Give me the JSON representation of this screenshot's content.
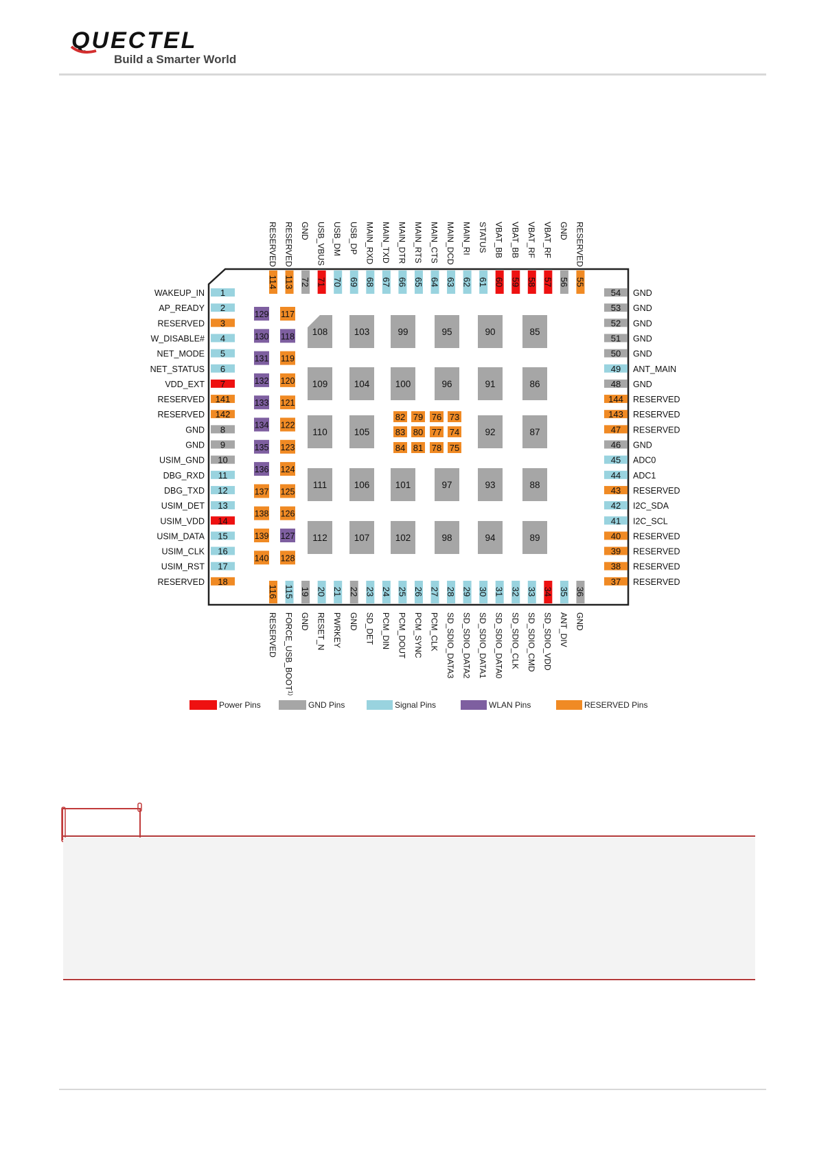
{
  "brand": {
    "logo_text": "QUECTEL",
    "tagline": "Build a Smarter World",
    "accent": "#d32f2f"
  },
  "colors": {
    "power": "#ee1111",
    "gnd": "#a6a6a6",
    "signal": "#99d3df",
    "wlan": "#7e5fa0",
    "reserved": "#f08a24",
    "pad": "#a6a6a6",
    "outline": "#222222"
  },
  "legend": [
    {
      "label": "Power Pins",
      "type": "power"
    },
    {
      "label": "GND Pins",
      "type": "gnd"
    },
    {
      "label": "Signal Pins",
      "type": "signal"
    },
    {
      "label": "WLAN Pins",
      "type": "wlan"
    },
    {
      "label": "RESERVED Pins",
      "type": "reserved"
    }
  ],
  "left_pins": [
    {
      "num": "1",
      "name": "WAKEUP_IN",
      "type": "signal"
    },
    {
      "num": "2",
      "name": "AP_READY",
      "type": "signal"
    },
    {
      "num": "3",
      "name": "RESERVED",
      "type": "reserved"
    },
    {
      "num": "4",
      "name": "W_DISABLE#",
      "type": "signal"
    },
    {
      "num": "5",
      "name": "NET_MODE",
      "type": "signal"
    },
    {
      "num": "6",
      "name": "NET_STATUS",
      "type": "signal"
    },
    {
      "num": "7",
      "name": "VDD_EXT",
      "type": "power"
    },
    {
      "num": "141",
      "name": "RESERVED",
      "type": "reserved"
    },
    {
      "num": "142",
      "name": "RESERVED",
      "type": "reserved"
    },
    {
      "num": "8",
      "name": "GND",
      "type": "gnd"
    },
    {
      "num": "9",
      "name": "GND",
      "type": "gnd"
    },
    {
      "num": "10",
      "name": "USIM_GND",
      "type": "gnd"
    },
    {
      "num": "11",
      "name": "DBG_RXD",
      "type": "signal"
    },
    {
      "num": "12",
      "name": "DBG_TXD",
      "type": "signal"
    },
    {
      "num": "13",
      "name": "USIM_DET",
      "type": "signal"
    },
    {
      "num": "14",
      "name": "USIM_VDD",
      "type": "power"
    },
    {
      "num": "15",
      "name": "USIM_DATA",
      "type": "signal"
    },
    {
      "num": "16",
      "name": "USIM_CLK",
      "type": "signal"
    },
    {
      "num": "17",
      "name": "USIM_RST",
      "type": "signal"
    },
    {
      "num": "18",
      "name": "RESERVED",
      "type": "reserved"
    }
  ],
  "right_pins": [
    {
      "num": "54",
      "name": "GND",
      "type": "gnd"
    },
    {
      "num": "53",
      "name": "GND",
      "type": "gnd"
    },
    {
      "num": "52",
      "name": "GND",
      "type": "gnd"
    },
    {
      "num": "51",
      "name": "GND",
      "type": "gnd"
    },
    {
      "num": "50",
      "name": "GND",
      "type": "gnd"
    },
    {
      "num": "49",
      "name": "ANT_MAIN",
      "type": "signal"
    },
    {
      "num": "48",
      "name": "GND",
      "type": "gnd"
    },
    {
      "num": "144",
      "name": "RESERVED",
      "type": "reserved"
    },
    {
      "num": "143",
      "name": "RESERVED",
      "type": "reserved"
    },
    {
      "num": "47",
      "name": "RESERVED",
      "type": "reserved"
    },
    {
      "num": "46",
      "name": "GND",
      "type": "gnd"
    },
    {
      "num": "45",
      "name": "ADC0",
      "type": "signal"
    },
    {
      "num": "44",
      "name": "ADC1",
      "type": "signal"
    },
    {
      "num": "43",
      "name": "RESERVED",
      "type": "reserved"
    },
    {
      "num": "42",
      "name": "I2C_SDA",
      "type": "signal"
    },
    {
      "num": "41",
      "name": "I2C_SCL",
      "type": "signal"
    },
    {
      "num": "40",
      "name": "RESERVED",
      "type": "reserved"
    },
    {
      "num": "39",
      "name": "RESERVED",
      "type": "reserved"
    },
    {
      "num": "38",
      "name": "RESERVED",
      "type": "reserved"
    },
    {
      "num": "37",
      "name": "RESERVED",
      "type": "reserved"
    }
  ],
  "top_pins": [
    {
      "num": "114",
      "name": "RESERVED",
      "type": "reserved"
    },
    {
      "num": "113",
      "name": "RESERVED",
      "type": "reserved"
    },
    {
      "num": "72",
      "name": "GND",
      "type": "gnd"
    },
    {
      "num": "71",
      "name": "USB_VBUS",
      "type": "power"
    },
    {
      "num": "70",
      "name": "USB_DM",
      "type": "signal"
    },
    {
      "num": "69",
      "name": "USB_DP",
      "type": "signal"
    },
    {
      "num": "68",
      "name": "MAIN_RXD",
      "type": "signal"
    },
    {
      "num": "67",
      "name": "MAIN_TXD",
      "type": "signal"
    },
    {
      "num": "66",
      "name": "MAIN_DTR",
      "type": "signal"
    },
    {
      "num": "65",
      "name": "MAIN_RTS",
      "type": "signal"
    },
    {
      "num": "64",
      "name": "MAIN_CTS",
      "type": "signal"
    },
    {
      "num": "63",
      "name": "MAIN_DCD",
      "type": "signal"
    },
    {
      "num": "62",
      "name": "MAIN_RI",
      "type": "signal"
    },
    {
      "num": "61",
      "name": "STATUS",
      "type": "signal"
    },
    {
      "num": "60",
      "name": "VBAT_BB",
      "type": "power"
    },
    {
      "num": "59",
      "name": "VBAT_BB",
      "type": "power"
    },
    {
      "num": "58",
      "name": "VBAT_RF",
      "type": "power"
    },
    {
      "num": "57",
      "name": "VBAT_RF",
      "type": "power"
    },
    {
      "num": "56",
      "name": "GND",
      "type": "gnd"
    },
    {
      "num": "55",
      "name": "RESERVED",
      "type": "reserved"
    }
  ],
  "bottom_pins": [
    {
      "num": "116",
      "name": "RESERVED",
      "type": "reserved"
    },
    {
      "num": "115",
      "name": "FORCE_USB_BOOT",
      "sup": "1)",
      "type": "signal"
    },
    {
      "num": "19",
      "name": "GND",
      "type": "gnd"
    },
    {
      "num": "20",
      "name": "RESET_N",
      "type": "signal"
    },
    {
      "num": "21",
      "name": "PWRKEY",
      "type": "signal"
    },
    {
      "num": "22",
      "name": "GND",
      "type": "gnd"
    },
    {
      "num": "23",
      "name": "SD_DET",
      "type": "signal"
    },
    {
      "num": "24",
      "name": "PCM_DIN",
      "type": "signal"
    },
    {
      "num": "25",
      "name": "PCM_DOUT",
      "type": "signal"
    },
    {
      "num": "26",
      "name": "PCM_SYNC",
      "type": "signal"
    },
    {
      "num": "27",
      "name": "PCM_CLK",
      "type": "signal"
    },
    {
      "num": "28",
      "name": "SD_SDIO_DATA3",
      "type": "signal"
    },
    {
      "num": "29",
      "name": "SD_SDIO_DATA2",
      "type": "signal"
    },
    {
      "num": "30",
      "name": "SD_SDIO_DATA1",
      "type": "signal"
    },
    {
      "num": "31",
      "name": "SD_SDIO_DATA0",
      "type": "signal"
    },
    {
      "num": "32",
      "name": "SD_SDIO_CLK",
      "type": "signal"
    },
    {
      "num": "33",
      "name": "SD_SDIO_CMD",
      "type": "signal"
    },
    {
      "num": "34",
      "name": "SD_SDIO_VDD",
      "type": "power"
    },
    {
      "num": "35",
      "name": "ANT_DIV",
      "type": "signal"
    },
    {
      "num": "36",
      "name": "GND",
      "type": "gnd"
    }
  ],
  "inner_col_a": [
    {
      "num": "129",
      "type": "wlan"
    },
    {
      "num": "130",
      "type": "wlan"
    },
    {
      "num": "131",
      "type": "wlan"
    },
    {
      "num": "132",
      "type": "wlan"
    },
    {
      "num": "133",
      "type": "wlan"
    },
    {
      "num": "134",
      "type": "wlan"
    },
    {
      "num": "135",
      "type": "wlan"
    },
    {
      "num": "136",
      "type": "wlan"
    },
    {
      "num": "137",
      "type": "reserved"
    },
    {
      "num": "138",
      "type": "reserved"
    },
    {
      "num": "139",
      "type": "reserved"
    },
    {
      "num": "140",
      "type": "reserved"
    }
  ],
  "inner_col_b": [
    {
      "num": "117",
      "type": "reserved"
    },
    {
      "num": "118",
      "type": "wlan"
    },
    {
      "num": "119",
      "type": "reserved"
    },
    {
      "num": "120",
      "type": "reserved"
    },
    {
      "num": "121",
      "type": "reserved"
    },
    {
      "num": "122",
      "type": "reserved"
    },
    {
      "num": "123",
      "type": "reserved"
    },
    {
      "num": "124",
      "type": "reserved"
    },
    {
      "num": "125",
      "type": "reserved"
    },
    {
      "num": "126",
      "type": "reserved"
    },
    {
      "num": "127",
      "type": "wlan"
    },
    {
      "num": "128",
      "type": "reserved"
    }
  ],
  "center_small": [
    [
      "82",
      "79",
      "76",
      "73"
    ],
    [
      "83",
      "80",
      "77",
      "74"
    ],
    [
      "84",
      "81",
      "78",
      "75"
    ]
  ],
  "pad_grid": [
    [
      "108",
      "103",
      "99",
      "95",
      "90",
      "85"
    ],
    [
      "109",
      "104",
      "100",
      "96",
      "91",
      "86"
    ],
    [
      "110",
      "105",
      "",
      "",
      "92",
      "87"
    ],
    [
      "111",
      "106",
      "101",
      "97",
      "93",
      "88"
    ],
    [
      "112",
      "107",
      "102",
      "98",
      "94",
      "89"
    ]
  ]
}
